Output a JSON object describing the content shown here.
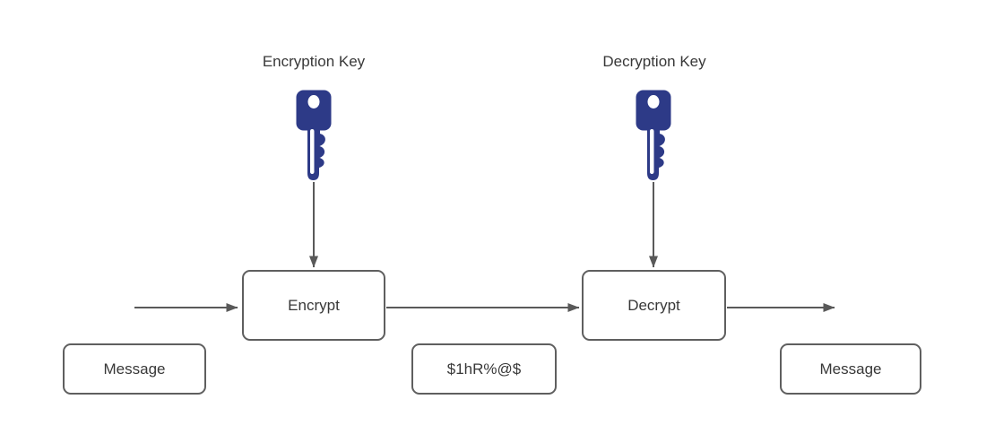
{
  "diagram": {
    "labels": {
      "encryption_key": "Encryption Key",
      "decryption_key": "Decryption Key"
    },
    "nodes": {
      "encrypt": "Encrypt",
      "decrypt": "Decrypt",
      "message_input": "Message",
      "ciphertext": "$1hR%@$",
      "message_output": "Message"
    },
    "icons": {
      "encryption_key_icon": "key-icon",
      "decryption_key_icon": "key-icon"
    },
    "colors": {
      "key_blue": "#2d3a87",
      "arrow_gray": "#595959",
      "box_border_gray": "#5f5f5f",
      "text_dark": "#383838",
      "background": "#ffffff"
    }
  }
}
